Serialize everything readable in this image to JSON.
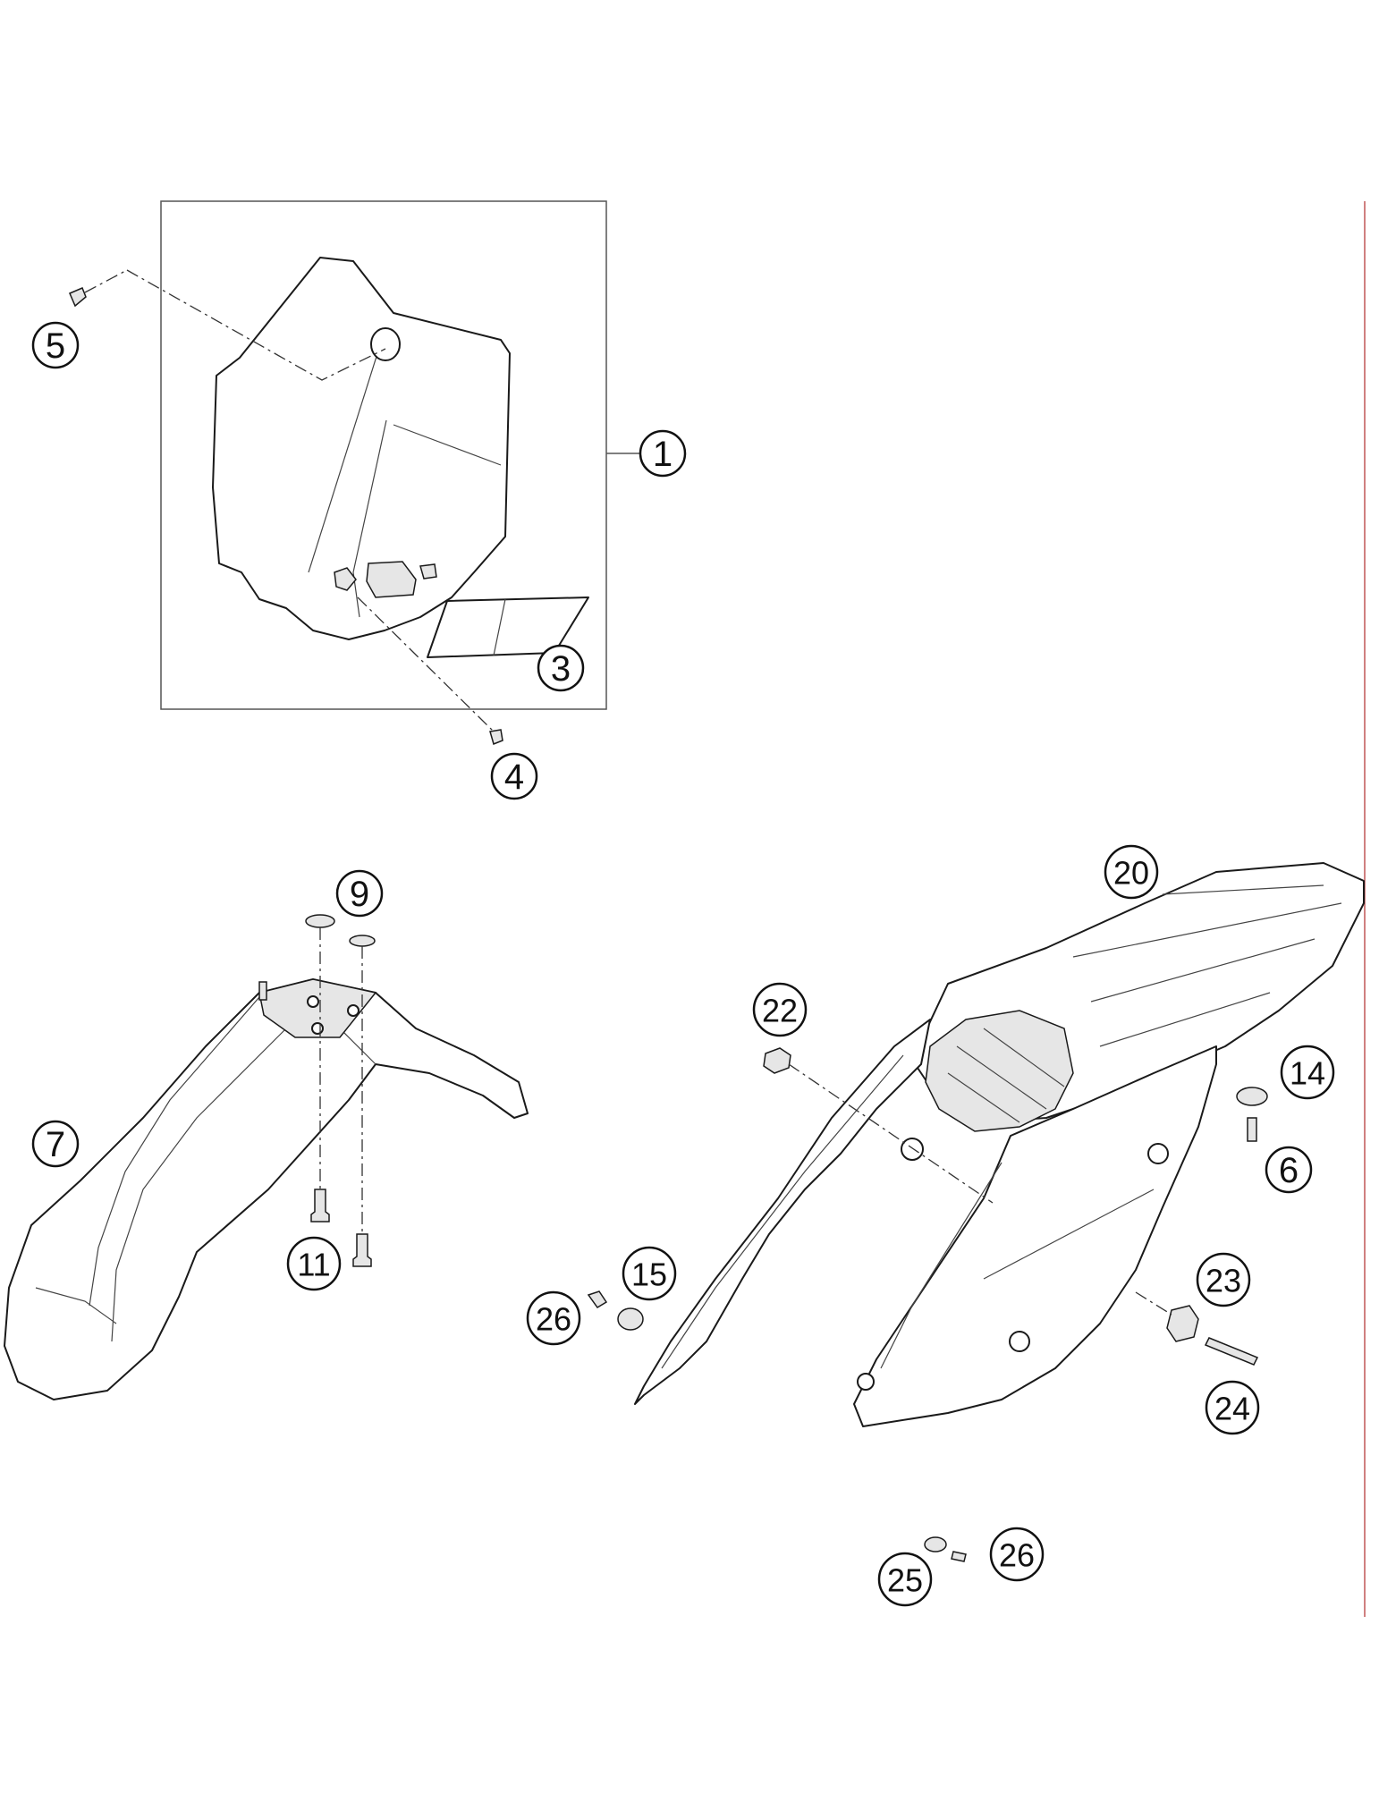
{
  "callouts": [
    {
      "id": "c1",
      "label": "1"
    },
    {
      "id": "c3",
      "label": "3"
    },
    {
      "id": "c4",
      "label": "4"
    },
    {
      "id": "c5",
      "label": "5"
    },
    {
      "id": "c6",
      "label": "6"
    },
    {
      "id": "c7",
      "label": "7"
    },
    {
      "id": "c9",
      "label": "9"
    },
    {
      "id": "c11",
      "label": "11"
    },
    {
      "id": "c14",
      "label": "14"
    },
    {
      "id": "c15",
      "label": "15"
    },
    {
      "id": "c20",
      "label": "20"
    },
    {
      "id": "c22",
      "label": "22"
    },
    {
      "id": "c23",
      "label": "23"
    },
    {
      "id": "c24",
      "label": "24"
    },
    {
      "id": "c25",
      "label": "25"
    },
    {
      "id": "c26a",
      "label": "26"
    },
    {
      "id": "c26b",
      "label": "26"
    }
  ]
}
